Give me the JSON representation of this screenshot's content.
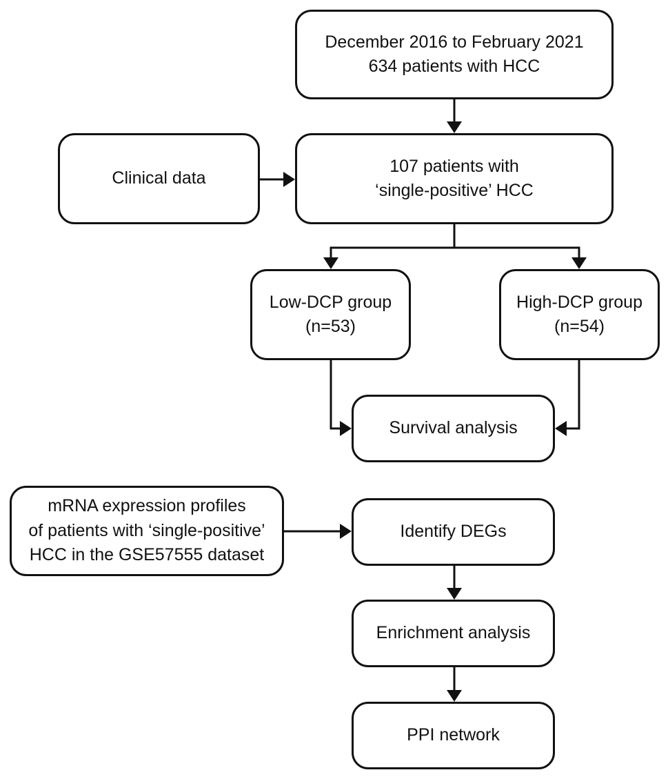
{
  "diagram": {
    "nodes": {
      "source": {
        "line1": "December 2016 to February 2021",
        "line2": "634 patients with HCC"
      },
      "clinical": {
        "line1": "Clinical data"
      },
      "single_positive": {
        "line1": "107 patients with",
        "line2": "‘single-positive’ HCC"
      },
      "low_dcp": {
        "line1": "Low-DCP group",
        "line2": "(n=53)"
      },
      "high_dcp": {
        "line1": "High-DCP group",
        "line2": "(n=54)"
      },
      "survival": {
        "line1": "Survival analysis"
      },
      "mrna": {
        "line1": "mRNA expression profiles",
        "line2": "of patients with ‘single-positive’",
        "line3": "HCC in the GSE57555 dataset"
      },
      "degs": {
        "line1": "Identify DEGs"
      },
      "enrichment": {
        "line1": "Enrichment analysis"
      },
      "ppi": {
        "line1": "PPI network"
      }
    },
    "edges": [
      {
        "from": "source",
        "to": "single_positive"
      },
      {
        "from": "clinical",
        "to": "single_positive"
      },
      {
        "from": "single_positive",
        "to": "low_dcp"
      },
      {
        "from": "single_positive",
        "to": "high_dcp"
      },
      {
        "from": "low_dcp",
        "to": "survival"
      },
      {
        "from": "high_dcp",
        "to": "survival"
      },
      {
        "from": "mrna",
        "to": "degs"
      },
      {
        "from": "degs",
        "to": "enrichment"
      },
      {
        "from": "enrichment",
        "to": "ppi"
      }
    ],
    "colors": {
      "stroke": "#111111",
      "background": "#ffffff",
      "text": "#111111"
    }
  }
}
